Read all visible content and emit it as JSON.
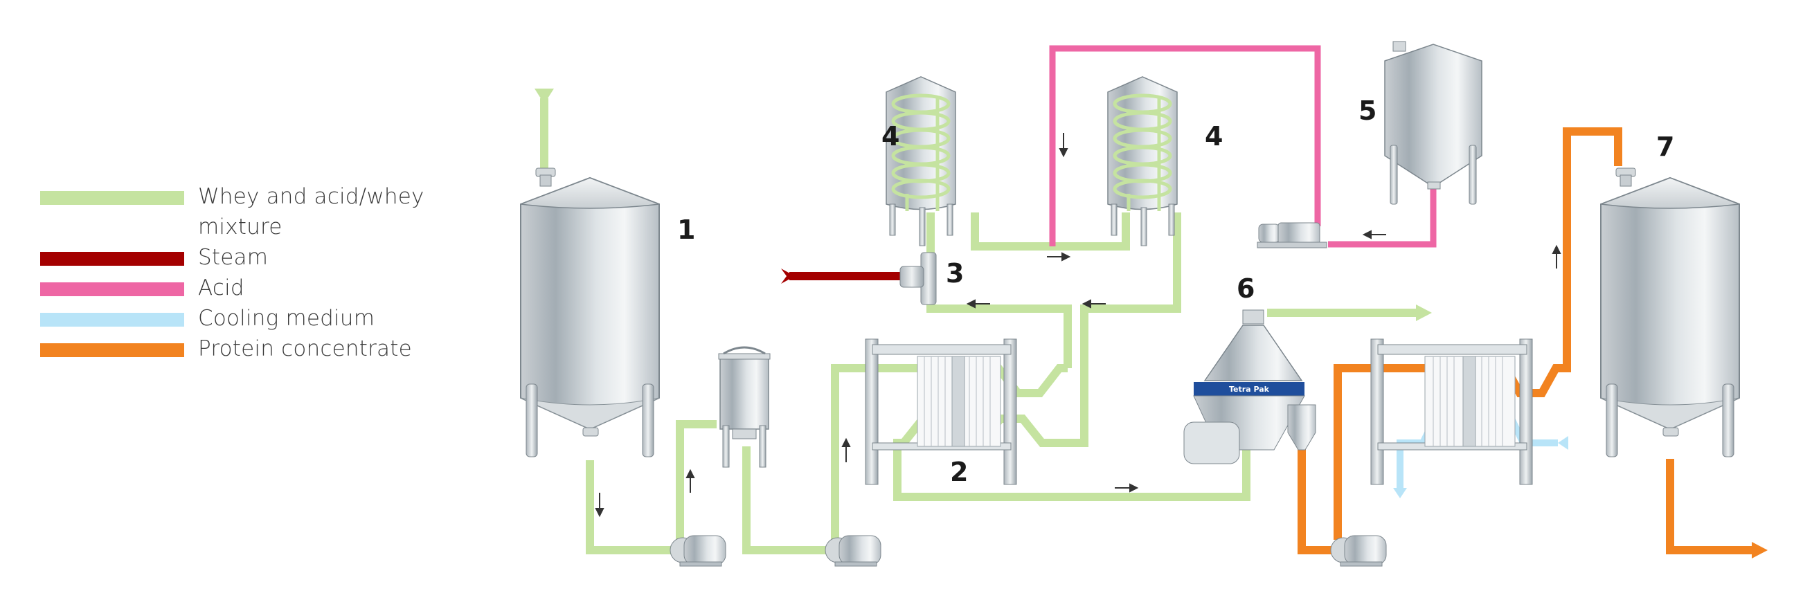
{
  "legend": {
    "items": [
      {
        "label": "Whey and acid/whey mixture",
        "color": "#c5e3a0"
      },
      {
        "label": "Steam",
        "color": "#a40000"
      },
      {
        "label": "Acid",
        "color": "#ee66a4"
      },
      {
        "label": "Cooling medium",
        "color": "#b8e4f8"
      },
      {
        "label": "Protein concentrate",
        "color": "#f28320"
      }
    ]
  },
  "components": {
    "tank_1": {
      "label": "1"
    },
    "heat_exchanger_2": {
      "label": "2"
    },
    "steam_injector_3": {
      "label": "3"
    },
    "holding_tank_4a": {
      "label": "4"
    },
    "holding_tank_4b": {
      "label": "4"
    },
    "acid_tank_5": {
      "label": "5"
    },
    "separator_6": {
      "label": "6",
      "brand": "Tetra Pak"
    },
    "product_tank_7": {
      "label": "7"
    }
  },
  "colors": {
    "whey": "#c5e3a0",
    "steam": "#a40000",
    "acid": "#ee66a4",
    "cooling": "#b8e4f8",
    "protein": "#f28320",
    "separator_band": "#1f4e9c",
    "arrow": "#333333"
  }
}
